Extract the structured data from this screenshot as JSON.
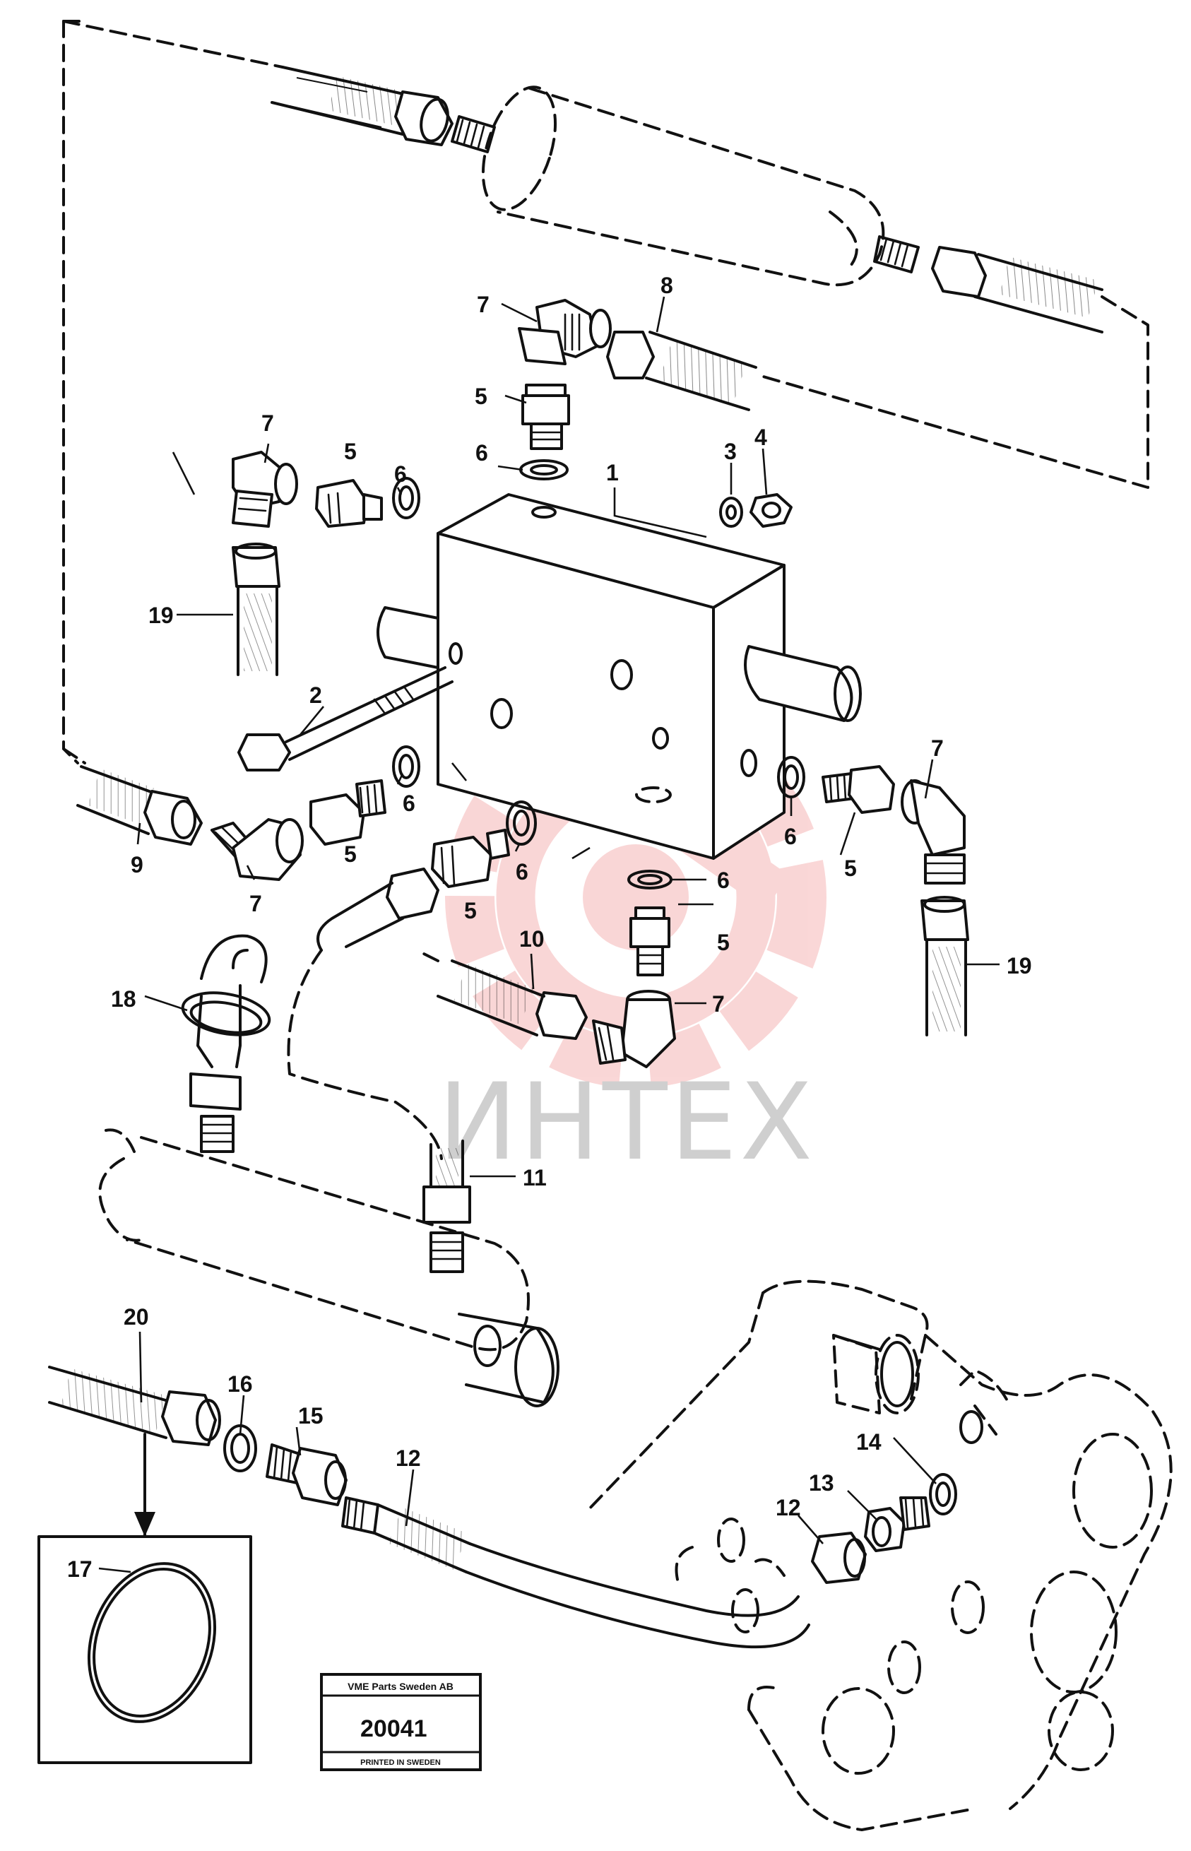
{
  "part_labels": [
    {
      "id": "label-1",
      "text": "1"
    },
    {
      "id": "label-2",
      "text": "2"
    },
    {
      "id": "label-3",
      "text": "3"
    },
    {
      "id": "label-4",
      "text": "4"
    },
    {
      "id": "label-5-top",
      "text": "5"
    },
    {
      "id": "label-5-left",
      "text": "5"
    },
    {
      "id": "label-5-lower-left",
      "text": "5"
    },
    {
      "id": "label-5-lower-mid",
      "text": "5"
    },
    {
      "id": "label-5-right",
      "text": "5"
    },
    {
      "id": "label-5-bottom",
      "text": "5"
    },
    {
      "id": "label-6-top",
      "text": "6"
    },
    {
      "id": "label-6-left",
      "text": "6"
    },
    {
      "id": "label-6-lower-left",
      "text": "6"
    },
    {
      "id": "label-6-lower-mid",
      "text": "6"
    },
    {
      "id": "label-6-right",
      "text": "6"
    },
    {
      "id": "label-6-bottom",
      "text": "6"
    },
    {
      "id": "label-7-top",
      "text": "7"
    },
    {
      "id": "label-7-left",
      "text": "7"
    },
    {
      "id": "label-7-lower-left",
      "text": "7"
    },
    {
      "id": "label-7-right",
      "text": "7"
    },
    {
      "id": "label-7-bottom",
      "text": "7"
    },
    {
      "id": "label-8",
      "text": "8"
    },
    {
      "id": "label-9",
      "text": "9"
    },
    {
      "id": "label-10",
      "text": "10"
    },
    {
      "id": "label-11",
      "text": "11"
    },
    {
      "id": "label-12-left",
      "text": "12"
    },
    {
      "id": "label-12-right",
      "text": "12"
    },
    {
      "id": "label-13",
      "text": "13"
    },
    {
      "id": "label-14",
      "text": "14"
    },
    {
      "id": "label-15",
      "text": "15"
    },
    {
      "id": "label-16",
      "text": "16"
    },
    {
      "id": "label-17",
      "text": "17"
    },
    {
      "id": "label-18",
      "text": "18"
    },
    {
      "id": "label-19-left",
      "text": "19"
    },
    {
      "id": "label-19-right",
      "text": "19"
    },
    {
      "id": "label-20",
      "text": "20"
    }
  ],
  "stamp": {
    "company": "VME Parts Sweden AB",
    "number": "20041",
    "footer": "PRINTED IN SWEDEN"
  },
  "watermark": {
    "text": "ИНТЕХ",
    "color": "#e84a4a"
  }
}
